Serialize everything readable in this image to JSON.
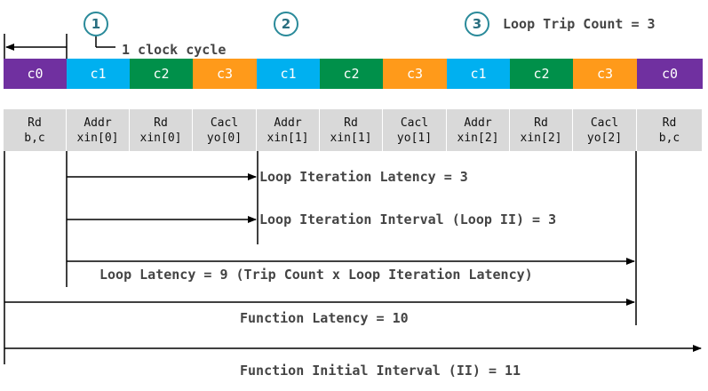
{
  "markers": [
    {
      "num": "1"
    },
    {
      "num": "2"
    },
    {
      "num": "3"
    }
  ],
  "trip_count_label": "Loop Trip Count = 3",
  "clock_cycle_label": "1 clock cycle",
  "cycles": [
    {
      "label": "c0",
      "color": "#7030a0"
    },
    {
      "label": "c1",
      "color": "#00b0f0"
    },
    {
      "label": "c2",
      "color": "#00904a"
    },
    {
      "label": "c3",
      "color": "#ff9a1a"
    },
    {
      "label": "c1",
      "color": "#00b0f0"
    },
    {
      "label": "c2",
      "color": "#00904a"
    },
    {
      "label": "c3",
      "color": "#ff9a1a"
    },
    {
      "label": "c1",
      "color": "#00b0f0"
    },
    {
      "label": "c2",
      "color": "#00904a"
    },
    {
      "label": "c3",
      "color": "#ff9a1a"
    },
    {
      "label": "c0",
      "color": "#7030a0"
    }
  ],
  "ops": [
    {
      "line1": "Rd",
      "line2": "b,c"
    },
    {
      "line1": "Addr",
      "line2": "xin[0]"
    },
    {
      "line1": "Rd",
      "line2": "xin[0]"
    },
    {
      "line1": "Cacl",
      "line2": "yo[0]"
    },
    {
      "line1": "Addr",
      "line2": "xin[1]"
    },
    {
      "line1": "Rd",
      "line2": "xin[1]"
    },
    {
      "line1": "Cacl",
      "line2": "yo[1]"
    },
    {
      "line1": "Addr",
      "line2": "xin[2]"
    },
    {
      "line1": "Rd",
      "line2": "xin[2]"
    },
    {
      "line1": "Cacl",
      "line2": "yo[2]"
    },
    {
      "line1": "Rd",
      "line2": "b,c"
    }
  ],
  "annotations": {
    "loop_iteration_latency": "Loop Iteration Latency = 3",
    "loop_iteration_interval": "Loop Iteration Interval (Loop II) = 3",
    "loop_latency": "Loop Latency = 9 (Trip Count x Loop Iteration Latency)",
    "function_latency": "Function Latency = 10",
    "function_initial_interval": "Function Initial Interval (II) = 11"
  },
  "colors": {
    "c0": "#7030a0",
    "c1": "#00b0f0",
    "c2": "#00904a",
    "c3": "#ff9a1a",
    "op_cell": "#d9d9d9",
    "marker": "#2a8a9a"
  }
}
